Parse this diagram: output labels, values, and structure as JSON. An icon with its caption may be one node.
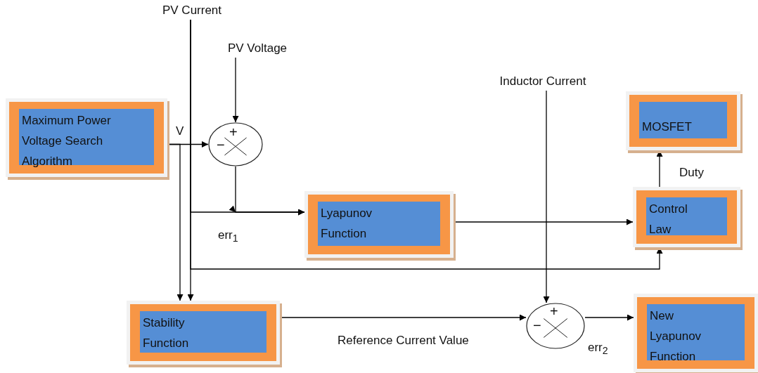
{
  "diagram": {
    "nodes": [
      {
        "text": [
          "PV Current"
        ]
      },
      {
        "text": [
          "PV Voltage"
        ]
      },
      {
        "text": [
          "Maximum Power Voltage Search Algorithm"
        ]
      },
      {
        "text": [
          "+",
          "−"
        ]
      },
      {
        "text": [
          "Inductor Current"
        ]
      },
      {
        "text": [
          "MOSFET"
        ]
      },
      {
        "text": [
          "Lyapunov Function"
        ]
      },
      {
        "text": [
          "Control Law"
        ]
      },
      {
        "text": [
          "Stability Function"
        ]
      },
      {
        "text": [
          "+",
          "−"
        ]
      },
      {
        "text": [
          "New Lyapunov Function"
        ]
      }
    ],
    "edges": [
      {
        "from": 0,
        "to": 8,
        "arrow": "to"
      },
      {
        "from": 0,
        "to": 6,
        "arrow": "to"
      },
      {
        "from": 0,
        "to": 7,
        "arrow": "to"
      },
      {
        "from": 1,
        "to": 3,
        "arrow": "to"
      },
      {
        "from": 2,
        "to": 3,
        "arrow": "to",
        "label": "V"
      },
      {
        "from": 2,
        "to": 8,
        "arrow": "to"
      },
      {
        "from": 3,
        "to": 6,
        "arrow": "to",
        "label": "err$_{1}$"
      },
      {
        "from": 4,
        "to": 9,
        "arrow": "to"
      },
      {
        "from": 6,
        "to": 7,
        "arrow": "to"
      },
      {
        "from": 7,
        "to": 5,
        "arrow": "to",
        "label": "Duty"
      },
      {
        "from": 8,
        "to": 9,
        "arrow": "to",
        "label": "Reference Current Value"
      },
      {
        "from": 9,
        "to": 10,
        "arrow": "to",
        "label": "err$_{2}$"
      }
    ]
  }
}
